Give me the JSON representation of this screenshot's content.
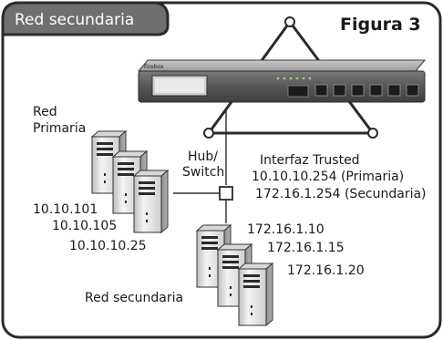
{
  "figure": {
    "tab_label": "Red secundaria",
    "figure_label": "Figura 3"
  },
  "primary_network": {
    "label_line1": "Red",
    "label_line2": "Primaria",
    "addresses": [
      "10.10.101",
      "10.10.105",
      "10.10.10.25"
    ]
  },
  "hub": {
    "label_line1": "Hub/",
    "label_line2": "Switch"
  },
  "interface": {
    "title": "Interfaz Trusted",
    "line1": "10.10.10.254  (Primaria)",
    "line2": "172.16.1.254  (Secundaria)"
  },
  "secondary_network": {
    "label": "Red secundaria",
    "addresses": [
      "172.16.1.10",
      "172.16.1.15",
      "172.16.1.20"
    ]
  },
  "appliance": {
    "brand": "Firebox"
  },
  "colors": {
    "frame": "#2b2b2b",
    "tab_fill": "#6f6f6f",
    "appliance_body": "#5c5c5c",
    "server_body": "#e6e6e6"
  }
}
